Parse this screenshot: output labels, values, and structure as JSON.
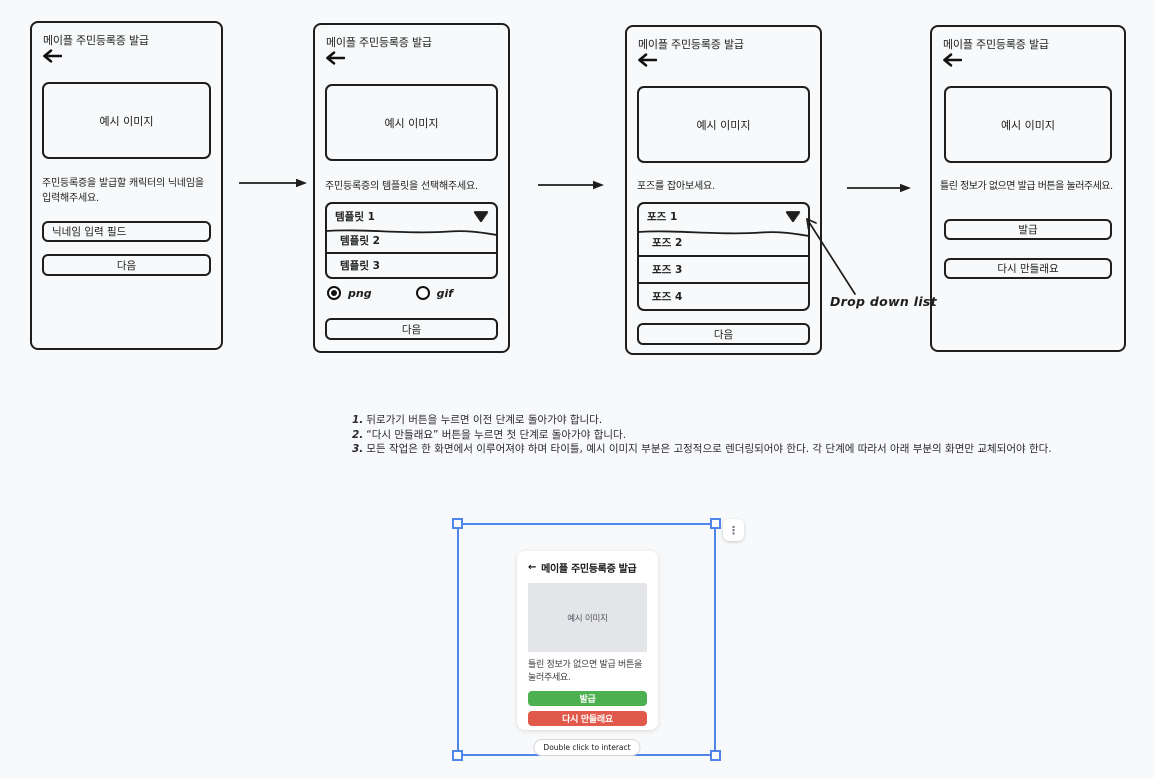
{
  "canvas": {
    "background": "#f8f9fa",
    "ink": "#1e1e1e"
  },
  "wireframes": [
    {
      "title": "메이플 주민등록증 발급",
      "image_placeholder": "예시 이미지",
      "instruction": "주민등록증을 발급할 캐릭터의 닉네임을 입력해주세요.",
      "nickname_field": "닉네임 입력 필드",
      "next_button": "다음"
    },
    {
      "title": "메이플 주민등록증 발급",
      "image_placeholder": "예시 이미지",
      "instruction": "주민등록증의 템플릿을 선택해주세요.",
      "dropdown_selected": "템플릿 1",
      "dropdown_options": [
        "템플릿 2",
        "템플릿 3"
      ],
      "format_options": [
        {
          "label": "png",
          "selected": true
        },
        {
          "label": "gif",
          "selected": false
        }
      ],
      "next_button": "다음"
    },
    {
      "title": "메이플 주민등록증 발급",
      "image_placeholder": "예시 이미지",
      "instruction": "포즈를 잡아보세요.",
      "dropdown_selected": "포즈 1",
      "dropdown_options": [
        "포즈 2",
        "포즈 3",
        "포즈 4"
      ],
      "next_button": "다음"
    },
    {
      "title": "메이플 주민등록증 발급",
      "image_placeholder": "예시 이미지",
      "instruction": "틀린 정보가 없으면 발급 버튼을 눌러주세요.",
      "issue_button": "발급",
      "retry_button": "다시 만들래요"
    }
  ],
  "annotation": {
    "label": "Drop down list"
  },
  "notes": [
    {
      "num": "1.",
      "text": "뒤로가기 버튼을 누르면 이전 단계로 돌아가야 합니다."
    },
    {
      "num": "2.",
      "text": "“다시 만들래요” 버튼을 누르면 첫 단계로 돌아가야 합니다."
    },
    {
      "num": "3.",
      "text": "모든 작업은 한 화면에서 이루어져야 하며 타이틀, 예시 이미지 부분은 고정적으로 렌더링되어야 한다. 각 단계에 따라서 아래 부분의 화면만 교체되어야 한다."
    }
  ],
  "preview": {
    "back_arrow": "←",
    "header": "메이플 주민등록증 발급",
    "image_placeholder": "예시 이미지",
    "caption": "틀린 정보가 없으면 발급 버튼을 눌러주세요.",
    "issue_button": "발급",
    "retry_button": "다시 만들래요",
    "menu_icon": "⋮",
    "hint": "Double click to interact",
    "colors": {
      "issue_bg": "#4caf50",
      "retry_bg": "#e0594a",
      "selection": "#4f86ec"
    }
  }
}
